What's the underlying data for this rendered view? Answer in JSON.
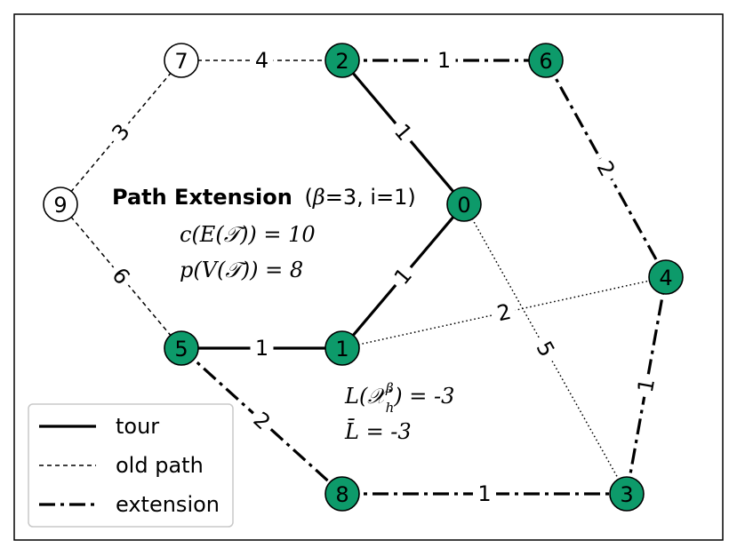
{
  "colors": {
    "tour_node_fill": "#0d9a6a",
    "plain_node_fill": "#ffffff",
    "stroke": "#000000"
  },
  "nodes": [
    {
      "id": "0",
      "label": "0",
      "filled": true
    },
    {
      "id": "1",
      "label": "1",
      "filled": true
    },
    {
      "id": "2",
      "label": "2",
      "filled": true
    },
    {
      "id": "3",
      "label": "3",
      "filled": true
    },
    {
      "id": "4",
      "label": "4",
      "filled": true
    },
    {
      "id": "5",
      "label": "5",
      "filled": true
    },
    {
      "id": "6",
      "label": "6",
      "filled": true
    },
    {
      "id": "7",
      "label": "7",
      "filled": false
    },
    {
      "id": "8",
      "label": "8",
      "filled": true
    },
    {
      "id": "9",
      "label": "9",
      "filled": false
    }
  ],
  "edges": [
    {
      "from": "7",
      "to": "2",
      "weight": "4",
      "style": "old path"
    },
    {
      "from": "9",
      "to": "7",
      "weight": "3",
      "style": "old path"
    },
    {
      "from": "9",
      "to": "5",
      "weight": "6",
      "style": "old path"
    },
    {
      "from": "2",
      "to": "0",
      "weight": "1",
      "style": "tour"
    },
    {
      "from": "1",
      "to": "0",
      "weight": "1",
      "style": "tour"
    },
    {
      "from": "5",
      "to": "1",
      "weight": "1",
      "style": "tour"
    },
    {
      "from": "2",
      "to": "6",
      "weight": "1",
      "style": "extension"
    },
    {
      "from": "6",
      "to": "4",
      "weight": "2",
      "style": "extension"
    },
    {
      "from": "3",
      "to": "4",
      "weight": "1",
      "style": "extension"
    },
    {
      "from": "8",
      "to": "3",
      "weight": "1",
      "style": "extension"
    },
    {
      "from": "5",
      "to": "8",
      "weight": "2",
      "style": "extension"
    },
    {
      "from": "1",
      "to": "4",
      "weight": "2",
      "style": "dotted"
    },
    {
      "from": "0",
      "to": "3",
      "weight": "5",
      "style": "dotted"
    }
  ],
  "annotation": {
    "title": "Path Extension",
    "params_open": "(",
    "beta": "β",
    "params_rest": "=3, i=1)",
    "cost_lhs": "c(E(𝒯)) = 10",
    "prize_lhs": "p(V(𝒯)) = 8",
    "lower_bound": "L(𝒳",
    "lower_bound_sup": "β",
    "lower_bound_sub": "h",
    "lower_bound_rest": ") = -3",
    "lbar": "L̄ = -3"
  },
  "legend": {
    "items": [
      {
        "label": "tour",
        "style": "tour"
      },
      {
        "label": "old path",
        "style": "old path"
      },
      {
        "label": "extension",
        "style": "extension"
      }
    ]
  }
}
